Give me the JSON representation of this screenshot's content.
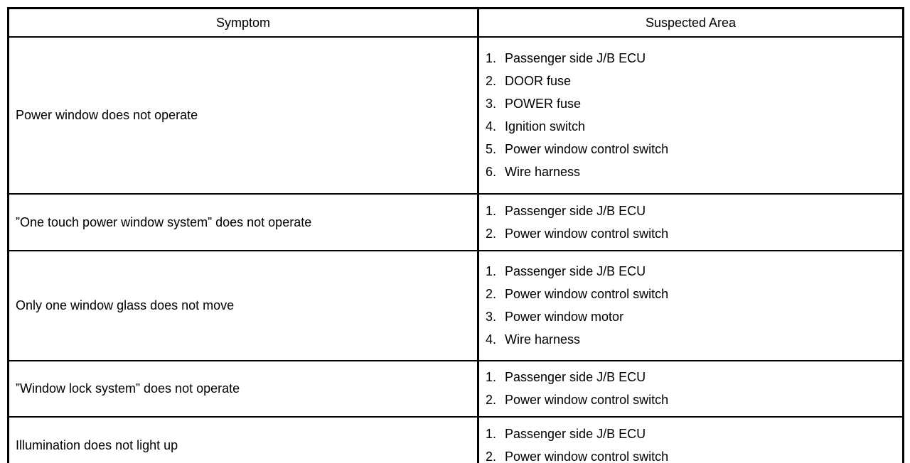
{
  "table": {
    "headers": [
      "Symptom",
      "Suspected Area"
    ],
    "rows": [
      {
        "symptom": "Power window does not operate",
        "suspected_areas": [
          "Passenger side J/B ECU",
          "DOOR fuse",
          "POWER fuse",
          "Ignition switch",
          "Power window control switch",
          "Wire harness"
        ]
      },
      {
        "symptom": "”One touch power window system” does not operate",
        "suspected_areas": [
          "Passenger side J/B ECU",
          "Power window control switch"
        ]
      },
      {
        "symptom": "Only one window glass does not move",
        "suspected_areas": [
          "Passenger side J/B ECU",
          "Power window control switch",
          "Power window motor",
          "Wire harness"
        ]
      },
      {
        "symptom": "”Window lock system” does not operate",
        "suspected_areas": [
          "Passenger side J/B ECU",
          "Power window control switch"
        ]
      },
      {
        "symptom": "Illumination does not light up",
        "suspected_areas": [
          "Passenger side J/B ECU",
          "Power window control switch"
        ]
      }
    ]
  }
}
